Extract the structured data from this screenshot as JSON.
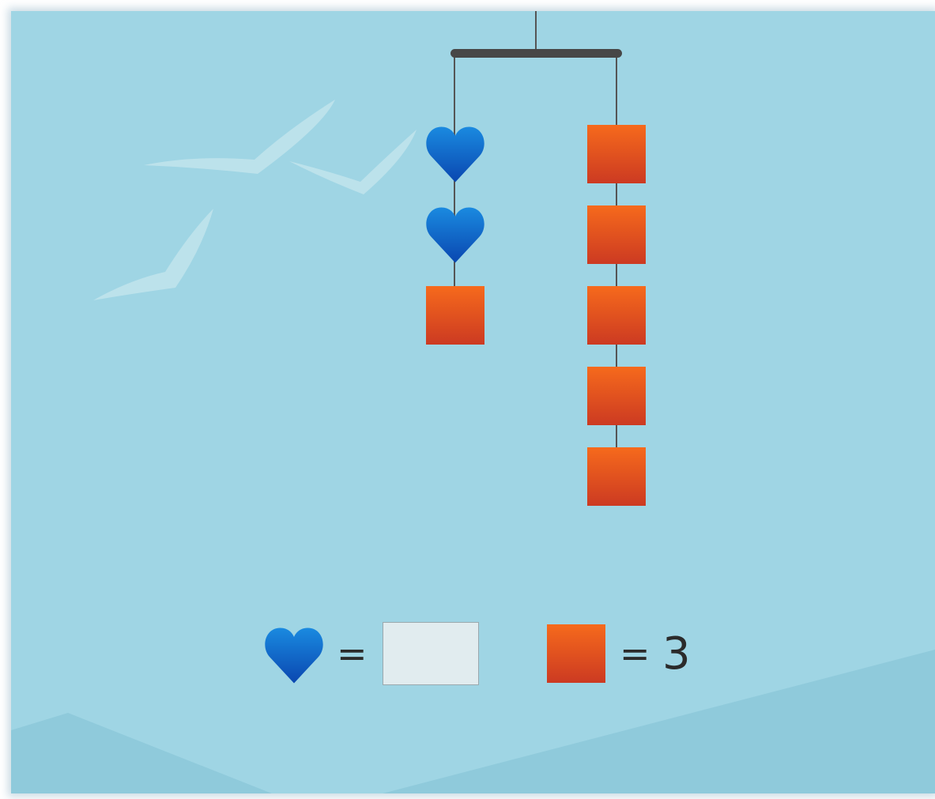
{
  "mobile": {
    "left_side": [
      "heart",
      "heart",
      "square"
    ],
    "right_side": [
      "square",
      "square",
      "square",
      "square",
      "square"
    ]
  },
  "equations": {
    "heart": {
      "symbol": "=",
      "value": ""
    },
    "square": {
      "symbol": "=",
      "value": "3"
    }
  },
  "colors": {
    "sky": "#9fd5e4",
    "square_top": "#f66a1c",
    "square_bottom": "#cc3a22",
    "heart_top": "#1a8ae0",
    "heart_bottom": "#0a47b0",
    "rod": "#444444"
  },
  "icons": {
    "heart": "blue-heart-icon",
    "square": "orange-square-icon",
    "bird": "seagull-icon"
  }
}
